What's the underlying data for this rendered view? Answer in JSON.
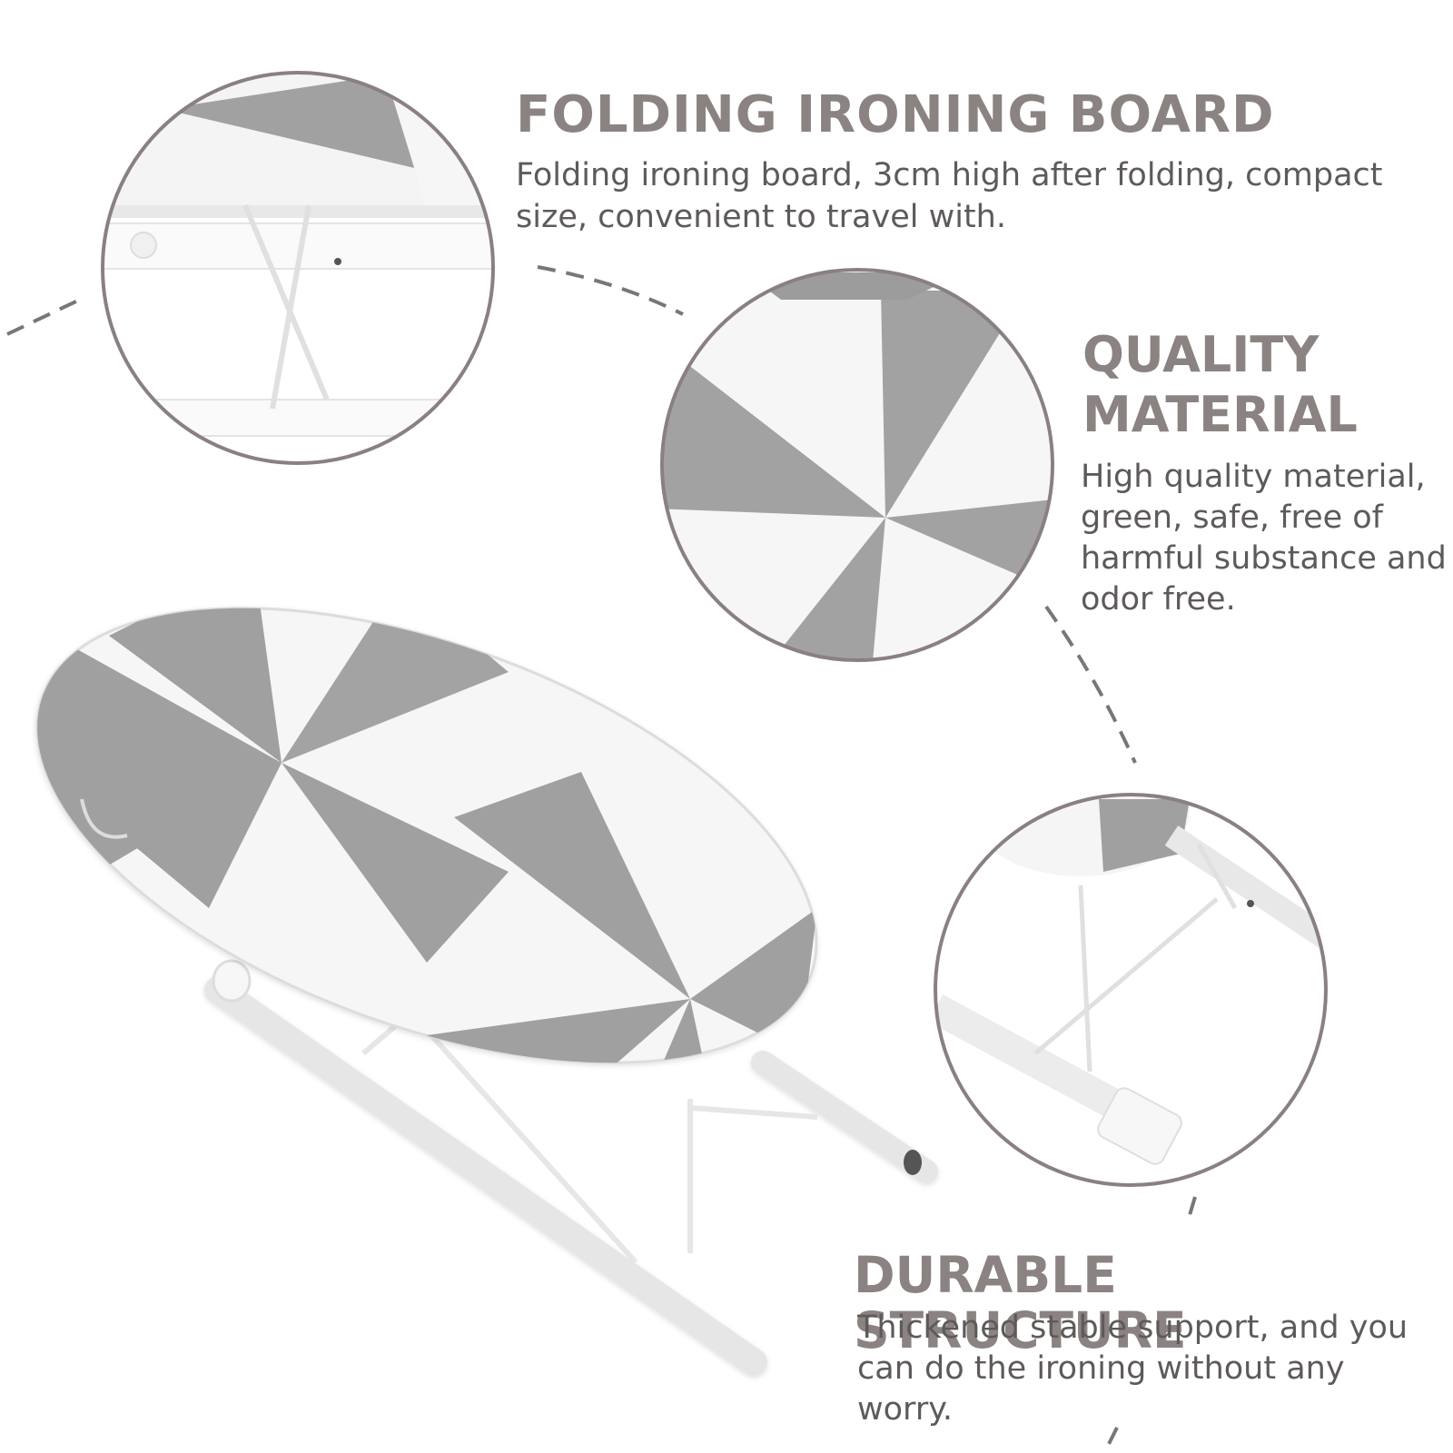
{
  "features": [
    {
      "title": "FOLDING IRONING BOARD",
      "description": "Folding ironing board, 3cm high after folding, compact size, convenient to travel with."
    },
    {
      "title": "QUALITY MATERIAL",
      "description": "High quality material, green, safe, free of harmful substance and odor free."
    },
    {
      "title": "DURABLE STRUCTURE",
      "description": "Thickened stable support, and you can do the ironing without any worry."
    }
  ],
  "colors": {
    "heading": "#8b8282",
    "text": "#5e5a5a",
    "fabric_gray": "#9e9e9e",
    "fabric_white": "#f5f5f5",
    "circle_border": "#8a8080"
  }
}
